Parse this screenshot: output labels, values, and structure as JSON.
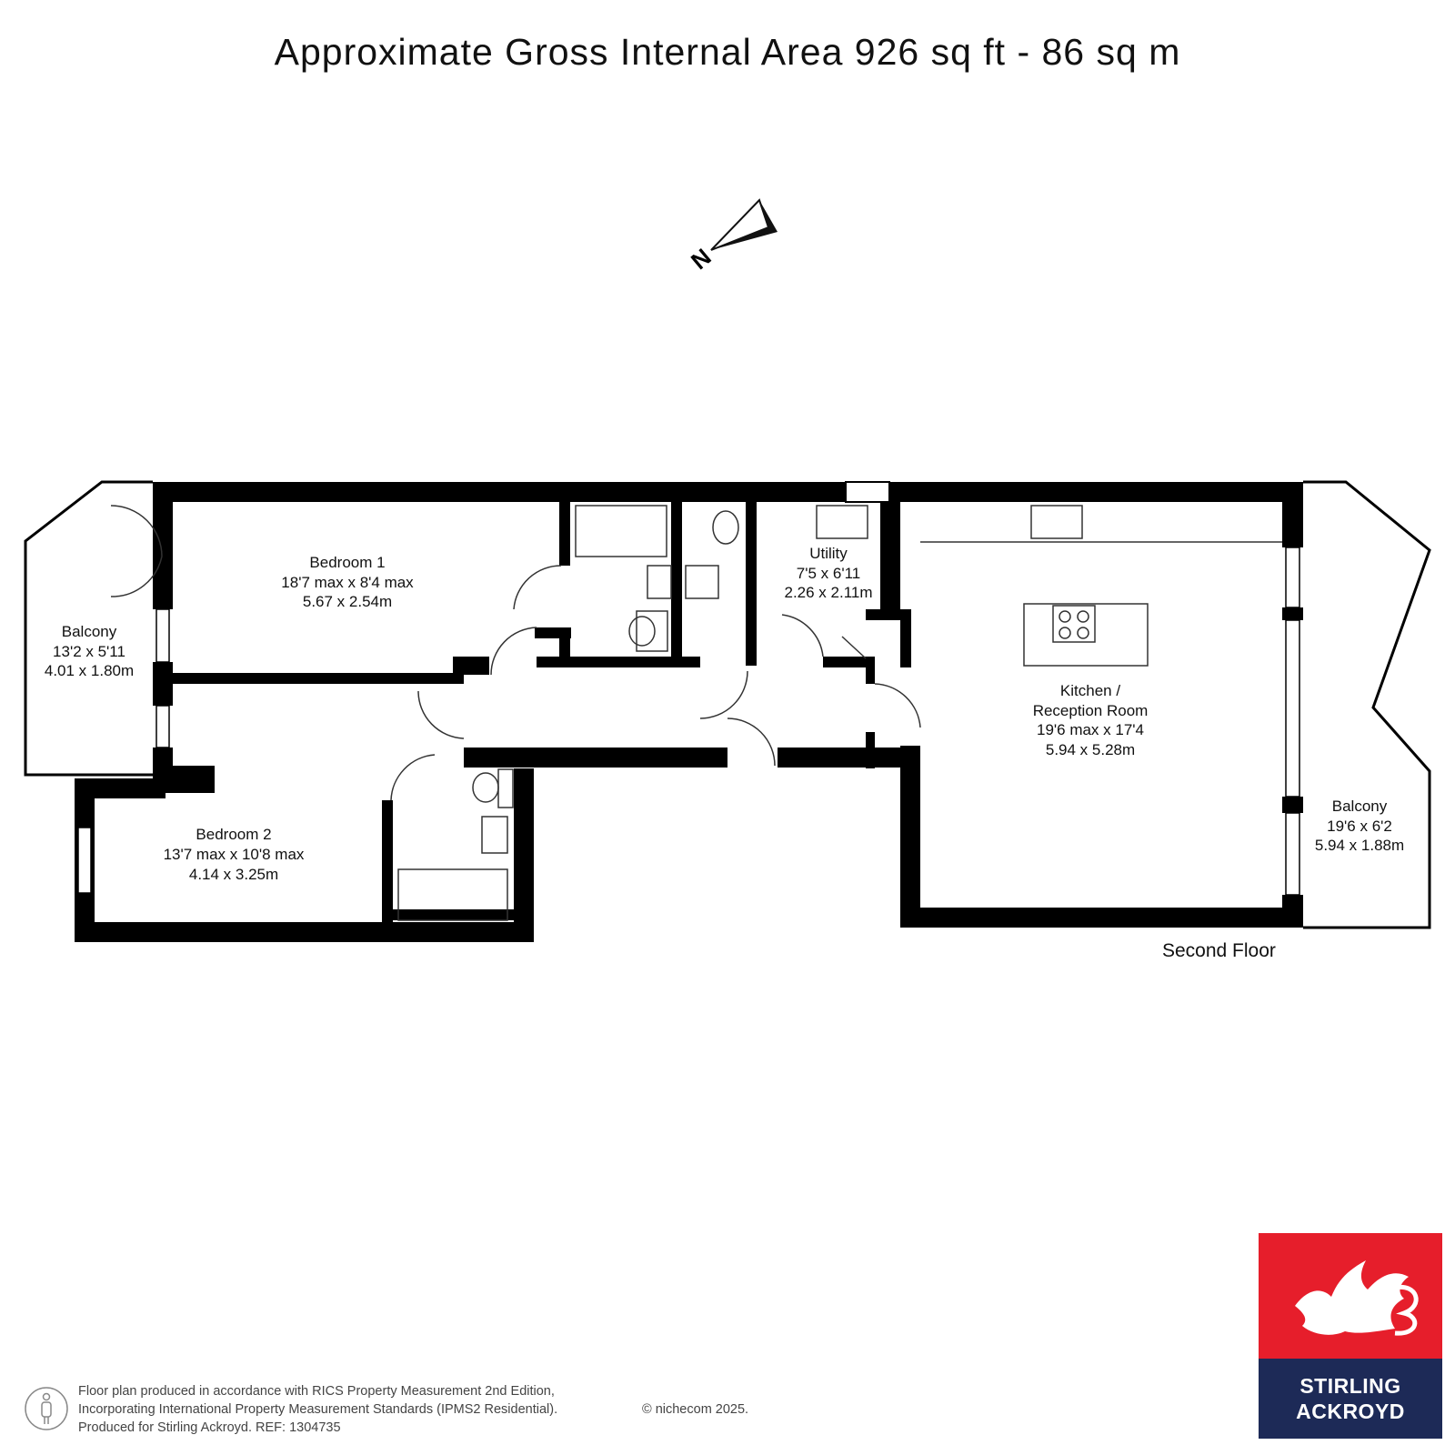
{
  "title": "Approximate Gross Internal Area 926 sq ft - 86 sq m",
  "compass": {
    "letter": "N"
  },
  "rooms": {
    "bedroom1": {
      "name": "Bedroom 1",
      "imperial": "18'7 max x 8'4 max",
      "metric": "5.67 x 2.54m"
    },
    "balcony_left": {
      "name": "Balcony",
      "imperial": "13'2 x 5'11",
      "metric": "4.01 x 1.80m"
    },
    "bedroom2": {
      "name": "Bedroom 2",
      "imperial": "13'7 max x 10'8 max",
      "metric": "4.14 x 3.25m"
    },
    "utility": {
      "name": "Utility",
      "imperial": "7'5 x 6'11",
      "metric": "2.26 x 2.11m"
    },
    "kitchen": {
      "name": "Kitchen /",
      "name2": "Reception Room",
      "imperial": "19'6 max x 17'4",
      "metric": "5.94 x 5.28m"
    },
    "balcony_right": {
      "name": "Balcony",
      "imperial": "19'6 x 6'2",
      "metric": "5.94 x 1.88m"
    }
  },
  "floor_label": "Second Floor",
  "footer": {
    "line1": "Floor plan produced in accordance with RICS Property Measurement 2nd Edition,",
    "line2": "Incorporating International Property Measurement Standards (IPMS2 Residential).",
    "line3": "Produced for Stirling Ackroyd.   REF: 1304735",
    "copyright": "© nichecom 2025."
  },
  "logo": {
    "line1": "STIRLING",
    "line2": "ACKROYD"
  },
  "colors": {
    "wall": "#000000",
    "logo_red": "#e61e2b",
    "logo_navy": "#1d2a57"
  }
}
